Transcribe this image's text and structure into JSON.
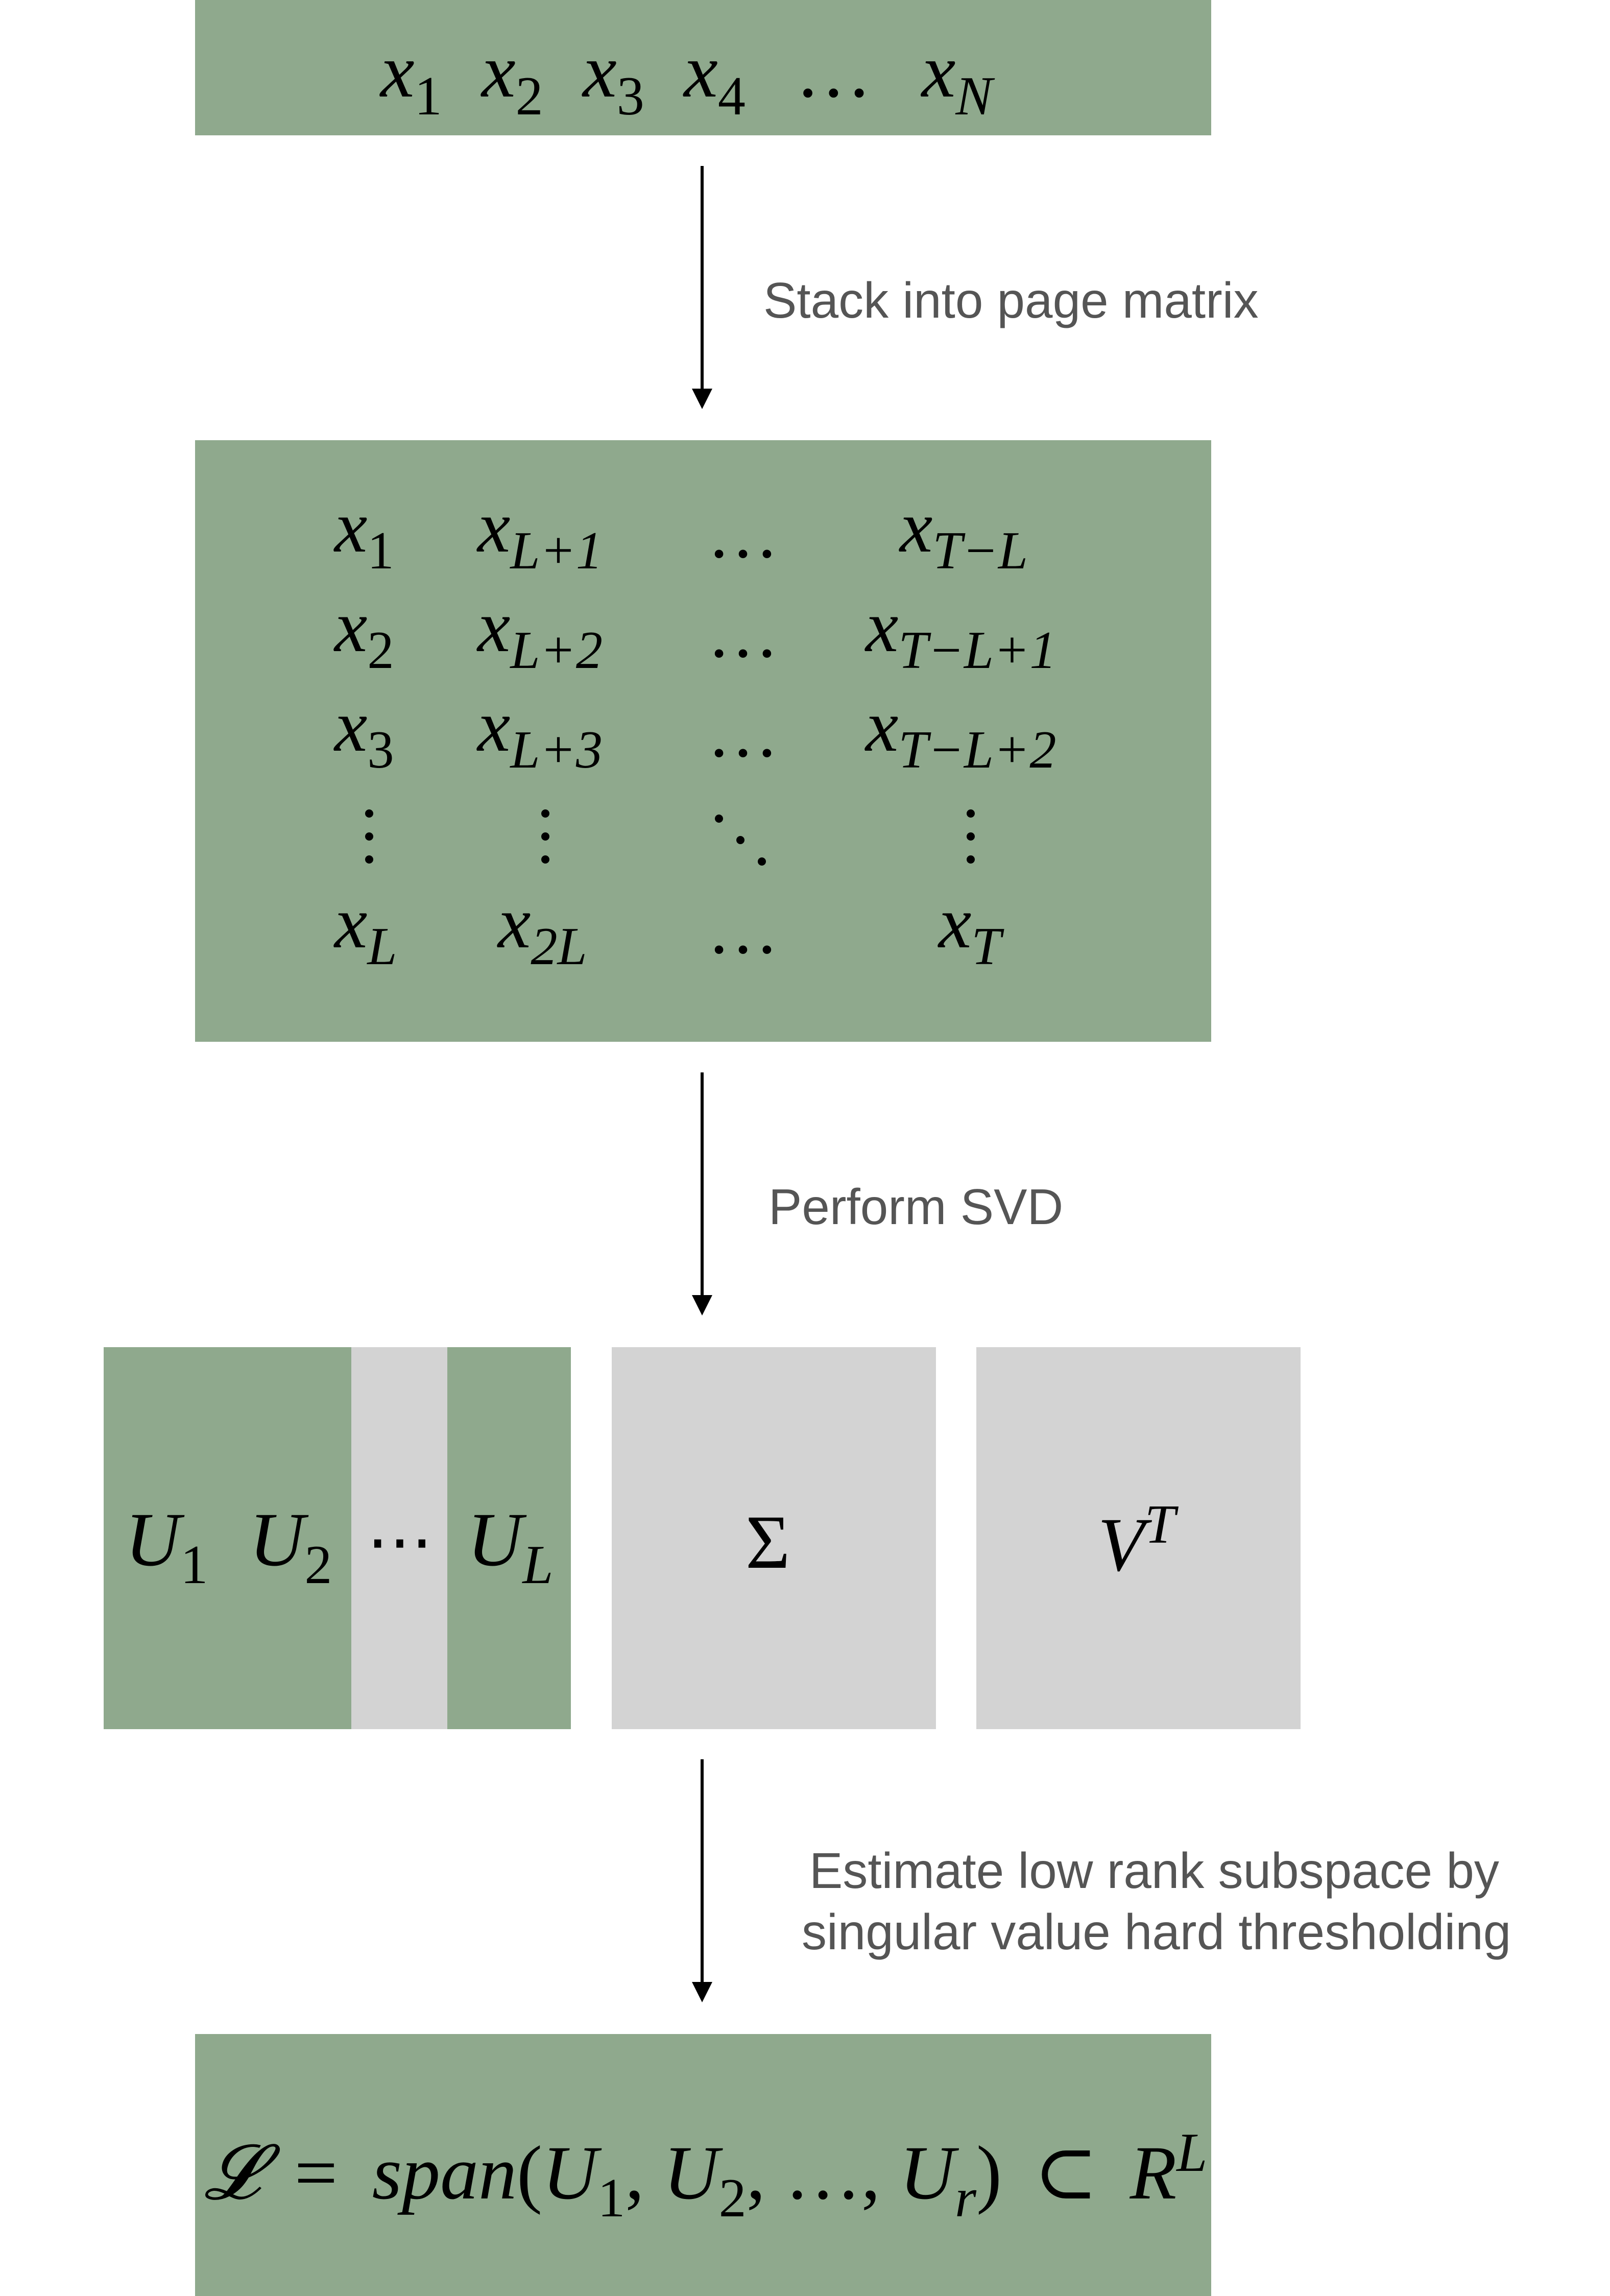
{
  "sequence": {
    "x": "x",
    "i1": "1",
    "i2": "2",
    "i3": "3",
    "i4": "4",
    "ellipsis": "…",
    "iN": "N"
  },
  "steps": {
    "step1": "Stack into page matrix",
    "step2": "Perform SVD",
    "step3_line1": "Estimate low rank subspace by",
    "step3_line2": "singular value hard thresholding"
  },
  "matrix": {
    "x": "x",
    "rows": [
      [
        "1",
        "L+1",
        "…",
        "T−L"
      ],
      [
        "2",
        "L+2",
        "…",
        "T−L+1"
      ],
      [
        "3",
        "L+3",
        "…",
        "T−L+2"
      ],
      [
        "L",
        "2L",
        "…",
        "T"
      ]
    ]
  },
  "svd": {
    "U": "U",
    "u1": "1",
    "u2": "2",
    "uL": "L",
    "ellipsis": "⋯",
    "sigma": "Σ",
    "V": "V",
    "vT": "T"
  },
  "result": {
    "script_L": "𝓛",
    "equals": "=",
    "span": "span",
    "open": "(",
    "U": "U",
    "r1": "1",
    "r2": "2",
    "sep": ",",
    "dots": "…,",
    "rr": "r",
    "close": ")",
    "subset": "⊂",
    "R": "R",
    "RL": "L"
  },
  "colors": {
    "green": "#8fa98d",
    "gray": "#d3d3d3",
    "label": "#555555"
  }
}
